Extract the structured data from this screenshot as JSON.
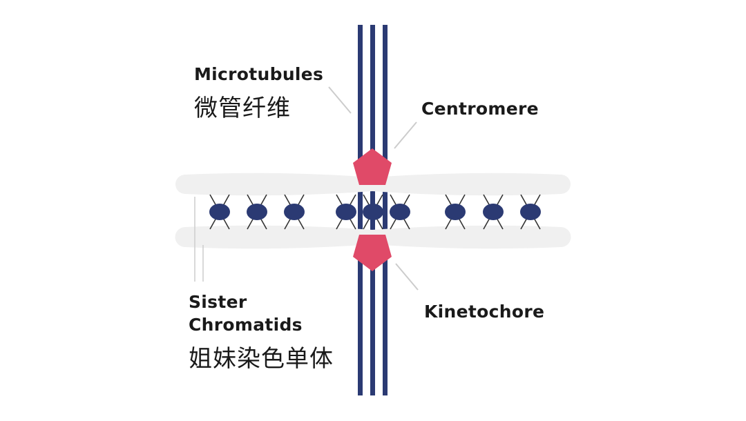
{
  "labels": {
    "microtubules_en": "Microtubules",
    "microtubules_zh": "微管纤维",
    "centromere_en": "Centromere",
    "kinetochore_en": "Kinetochore",
    "sister_chromatids_en_line1": "Sister",
    "sister_chromatids_en_line2": "Chromatids",
    "sister_chromatids_zh": "姐妹染色单体"
  },
  "colors": {
    "microtubule": "#2b3a73",
    "kinetochore": "#e04a68",
    "chromatid": "#f0f0f0",
    "cohesin_body": "#2b3a73",
    "cohesin_line": "#333333",
    "leader_line": "#cccccc",
    "text": "#1a1a1a"
  }
}
